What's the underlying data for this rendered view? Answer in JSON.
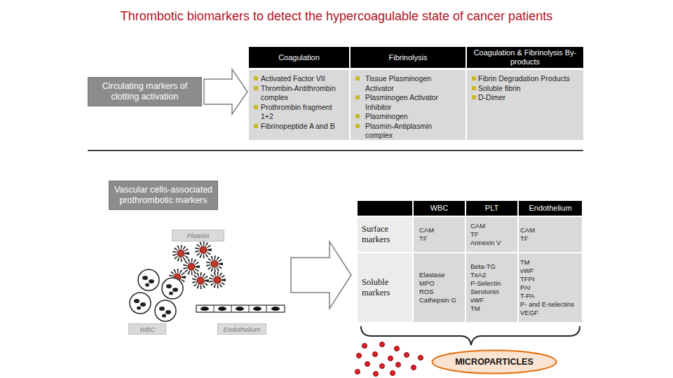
{
  "diagram": {
    "title": "Thrombotic biomarkers to detect the hypercoagulable state of cancer patients",
    "nodes": [
      {
        "text": [
          "Circulating markers of clotting activation"
        ]
      },
      {
        "text": [
          "Vascular cells-associated prothrombotic markers"
        ]
      },
      {
        "text": [
          "Platelet"
        ]
      },
      {
        "text": [
          "WBC"
        ]
      },
      {
        "text": [
          "Endothelium"
        ]
      },
      {
        "text": [
          "MICROPARTICLES"
        ]
      }
    ],
    "labels": [
      "Coagulation",
      "Fibrinolysis",
      "Coagulation & Fibrinolysis By-products",
      "Activated Factor VII",
      "Thrombin-Antithrombin complex",
      "Prothrombin fragment 1+2",
      "Fibrinopeptide A and B",
      "Tissue Plasminogen Activator",
      "Plasminogen Activator Inhibitor",
      "Plasminogen",
      "Plasmin-Antiplasmin complex",
      "Fibrin Degradation Products",
      "Soluble fibrin",
      "D-Dimer",
      "WBC",
      "PLT",
      "Endothelium",
      "Surface markers",
      "Soluble markers",
      "CAM",
      "TF",
      "CAM",
      "TF",
      "Annexin V",
      "CAM",
      "TF",
      "Elastase",
      "MPO",
      "ROS",
      "Cathepsin G",
      "Beta-TG",
      "TxA2",
      "P-Selectin",
      "Serotonin",
      "vWF",
      "TM",
      "TM",
      "vWF",
      "TFPI",
      "PAI",
      "T-PA",
      "P- and E-selectins",
      "VEGF"
    ]
  }
}
